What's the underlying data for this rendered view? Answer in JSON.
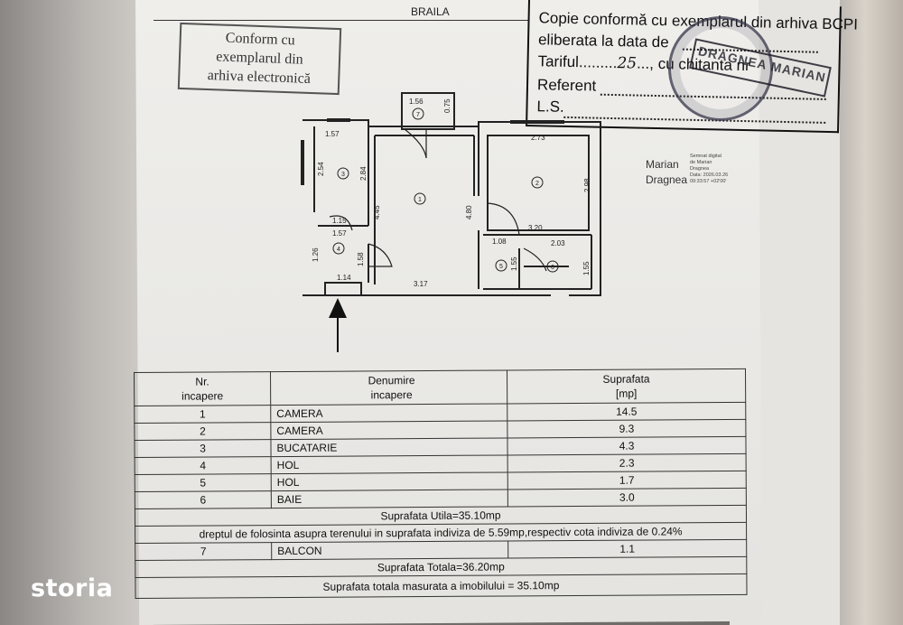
{
  "header": {
    "city": "BRAILA"
  },
  "conform_stamp": {
    "line1": "Conform cu",
    "line2": "exemplarul din",
    "line3": "arhiva electronică"
  },
  "bcpi": {
    "line1": "Copie conformă cu exemplarul din arhiva BCPI",
    "line2": "eliberata la data de",
    "line3_label": "Tariful",
    "line3_value": "25",
    "line3_suffix": "cu chitanta nr",
    "line4": "Referent",
    "line5": "L.S."
  },
  "round_stamp": {
    "text": "DRAGNEA MARIAN"
  },
  "digital_signature": {
    "name_line1": "Marian",
    "name_line2": "Dragnea",
    "meta1": "Semnat digital",
    "meta2": "de Marian",
    "meta3": "Dragnea",
    "meta4": "Data: 2026.03.26",
    "meta5": "09:33:57 +02'00'"
  },
  "plan": {
    "rooms": [
      "1",
      "2",
      "3",
      "4",
      "5",
      "6",
      "7"
    ],
    "dimensions": {
      "d_156": "1.56",
      "d_075": "0.75",
      "d_157a": "1.57",
      "d_273": "2.73",
      "d_254": "2.54",
      "d_284": "2.84",
      "d_445": "4.45",
      "d_480": "4.80",
      "d_298": "2.98",
      "d_115": "1.15",
      "d_157b": "1.57",
      "d_320": "3.20",
      "d_108": "1.08",
      "d_203": "2.03",
      "d_126": "1.26",
      "d_158": "1.58",
      "d_155a": "1.55",
      "d_155b": "1.55",
      "d_114": "1.14",
      "d_317": "3.17"
    }
  },
  "table": {
    "headers": {
      "col1_line1": "Nr.",
      "col1_line2": "incapere",
      "col2_line1": "Denumire",
      "col2_line2": "incapere",
      "col3_line1": "Suprafata",
      "col3_line2": "[mp]"
    },
    "rows": [
      {
        "nr": "1",
        "name": "CAMERA",
        "area": "14.5"
      },
      {
        "nr": "2",
        "name": "CAMERA",
        "area": "9.3"
      },
      {
        "nr": "3",
        "name": "BUCATARIE",
        "area": "4.3"
      },
      {
        "nr": "4",
        "name": "HOL",
        "area": "2.3"
      },
      {
        "nr": "5",
        "name": "HOL",
        "area": "1.7"
      },
      {
        "nr": "6",
        "name": "BAIE",
        "area": "3.0"
      }
    ],
    "useful_area": "Suprafata Utila=35.10mp",
    "land_right": "dreptul de folosinta asupra terenului in suprafata indiviza de 5.59mp,respectiv cota indiviza de 0.24%",
    "balcony_row": {
      "nr": "7",
      "name": "BALCON",
      "area": "1.1"
    },
    "total_area": "Suprafata Totala=36.20mp",
    "measured_area": "Suprafata totala masurata a imobilului = 35.10mp"
  },
  "logo": {
    "text": "storia"
  }
}
